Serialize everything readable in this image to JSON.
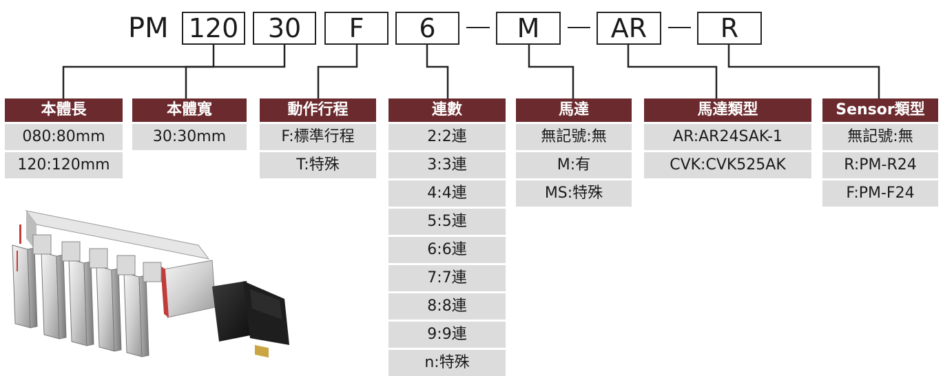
{
  "model_code": {
    "prefix": "PM",
    "segments": [
      "120",
      "30",
      "F",
      "6",
      "M",
      "AR",
      "R"
    ],
    "separator": "—"
  },
  "columns": [
    {
      "header": "本體長",
      "items": [
        "080:80mm",
        "120:120mm"
      ]
    },
    {
      "header": "本體寬",
      "items": [
        "30:30mm"
      ]
    },
    {
      "header": "動作行程",
      "items": [
        "F:標準行程",
        "T:特殊"
      ]
    },
    {
      "header": "連數",
      "items": [
        "2:2連",
        "3:3連",
        "4:4連",
        "5:5連",
        "6:6連",
        "7:7連",
        "8:8連",
        "9:9連",
        "n:特殊"
      ]
    },
    {
      "header": "馬達",
      "items": [
        "無記號:無",
        "M:有",
        "MS:特殊"
      ]
    },
    {
      "header": "馬達類型",
      "items": [
        "AR:AR24SAK-1",
        "CVK:CVK525AK"
      ]
    },
    {
      "header": "Sensor類型",
      "items": [
        "無記號:無",
        "R:PM-R24",
        "F:PM-F24"
      ]
    }
  ],
  "colors": {
    "header_bg": "#6b2a2e",
    "header_text": "#ffffff",
    "item_bg": "#dcdcdc",
    "line": "#222222"
  }
}
